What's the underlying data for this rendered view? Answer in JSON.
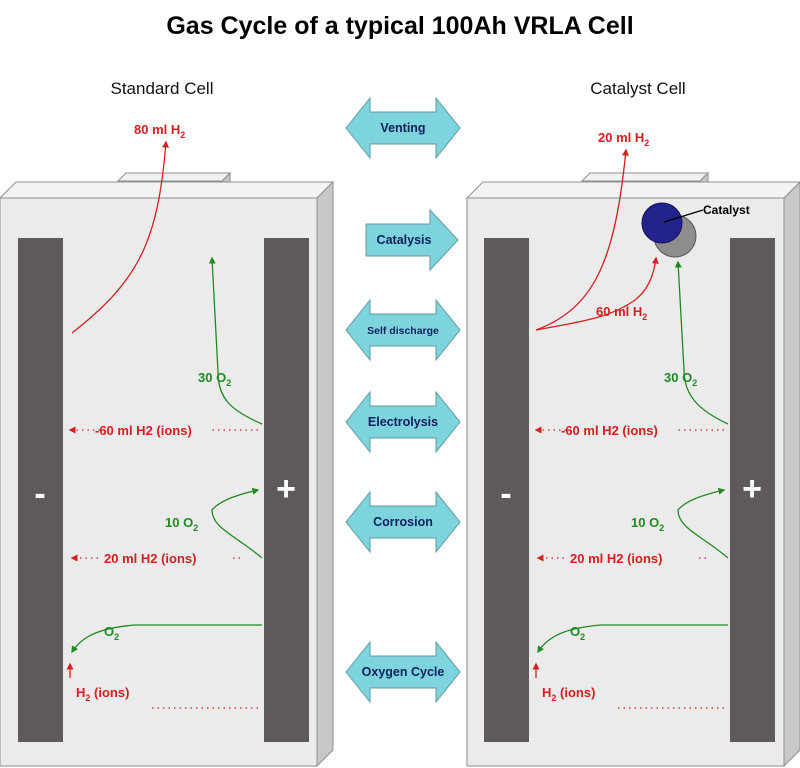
{
  "title": "Gas Cycle of a typical 100Ah VRLA Cell",
  "cells": {
    "standard": {
      "heading": "Standard Cell",
      "vent_gas": "80 ml H",
      "negative_sign": "-",
      "positive_sign": "+",
      "o2_top": "30 O",
      "h2_ions_60": "-60 ml H2 (ions)",
      "o2_mid": "10 O",
      "h2_ions_20": "20 ml H2 (ions)",
      "o2_low": "O",
      "h2_bottom": "H",
      "h2_bottom_suffix": " (ions)"
    },
    "catalyst": {
      "heading": "Catalyst Cell",
      "vent_gas": "20 ml H",
      "catalyst_label": "Catalyst",
      "catalyst_gas": "60 ml H",
      "negative_sign": "-",
      "positive_sign": "+",
      "o2_top": "30 O",
      "h2_ions_60": "-60 ml H2 (ions)",
      "o2_mid": "10 O",
      "h2_ions_20": "20 ml H2 (ions)",
      "o2_low": "O",
      "h2_bottom": "H",
      "h2_bottom_suffix": " (ions)"
    }
  },
  "subscripts": {
    "two": "2"
  },
  "processes": [
    {
      "label": "Venting"
    },
    {
      "label": "Catalysis"
    },
    {
      "label": "Self discharge"
    },
    {
      "label": "Electrolysis"
    },
    {
      "label": "Corrosion"
    },
    {
      "label": "Oxygen Cycle"
    }
  ],
  "colors": {
    "hydrogen": "#d42020",
    "oxygen": "#1f8a22",
    "plate": "#5e5a5b",
    "arrow_fill": "#7ed4dc",
    "catalyst_front": "#22238c",
    "catalyst_back": "#8d8d8d"
  }
}
